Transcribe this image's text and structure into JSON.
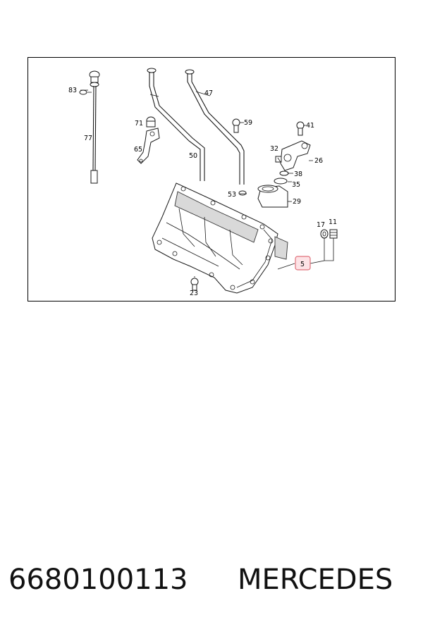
{
  "diagram": {
    "callouts": {
      "c83": "83",
      "c77": "77",
      "c71": "71",
      "c65": "65",
      "c47": "47",
      "c50": "50",
      "c59": "59",
      "c41": "41",
      "c32": "32",
      "c26": "26",
      "c38": "38",
      "c35": "35",
      "c53": "53",
      "c29": "29",
      "c17": "17",
      "c11": "11",
      "c5": "5",
      "c23": "23"
    },
    "highlight_color": "#e0707a"
  },
  "caption": {
    "part_number": "6680100113",
    "brand": "MERCEDES"
  }
}
